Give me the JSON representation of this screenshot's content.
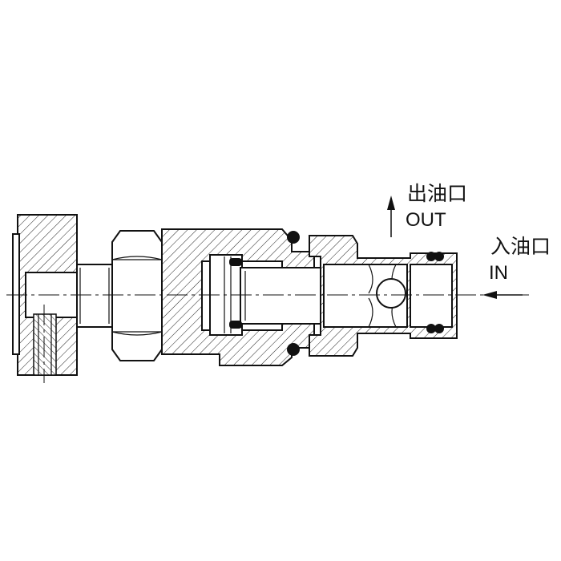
{
  "labels": {
    "outlet_cn": "出油口",
    "outlet_en": "OUT",
    "inlet_cn": "入油口",
    "inlet_en": "IN"
  },
  "colors": {
    "line": "#111111",
    "background": "#ffffff"
  }
}
